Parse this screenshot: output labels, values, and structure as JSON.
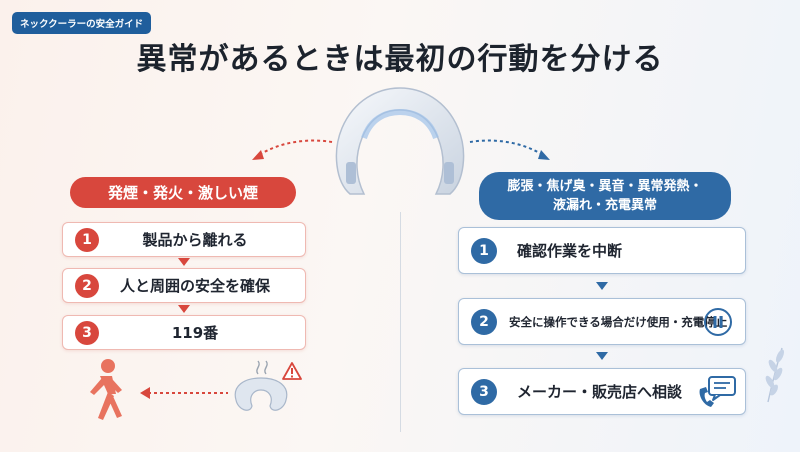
{
  "tag_label": "ネッククーラーの安全ガイド",
  "title": "異常があるときは最初の行動を分ける",
  "left": {
    "header": "発煙・発火・激しい煙",
    "steps": [
      {
        "num": "1",
        "label": "製品から離れる"
      },
      {
        "num": "2",
        "label": "人と周囲の安全を確保"
      },
      {
        "num": "3",
        "label": "119番"
      }
    ]
  },
  "right": {
    "header_line1": "膨張・焦げ臭・異音・異常発熱・",
    "header_line2": "液漏れ・充電異常",
    "steps": [
      {
        "num": "1",
        "label": "確認作業を中断"
      },
      {
        "num": "2",
        "label": "安全に操作できる場合だけ使用・充電停止"
      },
      {
        "num": "3",
        "label": "メーカー・販売店へ相談"
      }
    ]
  },
  "colors": {
    "red": "#d8473d",
    "blue": "#2f6aa5",
    "navy_tag": "#1f5e9c"
  },
  "icons": [
    "neck-cooler-icon",
    "person-walking-icon",
    "warning-icon",
    "pause-icon",
    "phone-chat-icon",
    "leaf-icon"
  ]
}
